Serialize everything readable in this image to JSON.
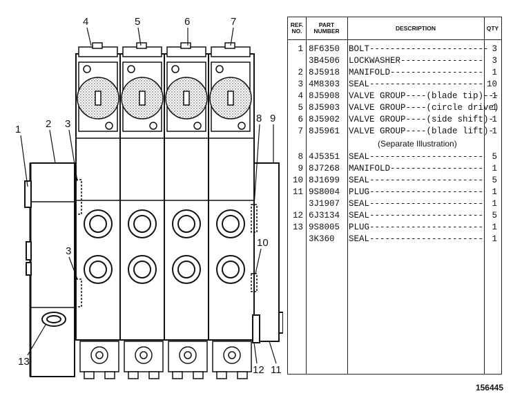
{
  "callouts": [
    "1",
    "2",
    "3",
    "4",
    "5",
    "6",
    "7",
    "8",
    "9",
    "10",
    "3",
    "13",
    "12",
    "11"
  ],
  "table": {
    "headers": {
      "ref": "REF. NO.",
      "part": "PART NUMBER",
      "desc": "DESCRIPTION",
      "qty": "QTY"
    },
    "rows": [
      {
        "ref": "1",
        "part": "8F6350",
        "desc": "BOLT-----------------------",
        "qty": "3"
      },
      {
        "ref": "",
        "part": "3B4506",
        "desc": "LOCKWASHER----------------",
        "qty": "3"
      },
      {
        "ref": "2",
        "part": "8J5918",
        "desc": "MANIFOLD------------------",
        "qty": "1"
      },
      {
        "ref": "3",
        "part": "4M8303",
        "desc": "SEAL----------------------",
        "qty": "10"
      },
      {
        "ref": "4",
        "part": "8J5908",
        "desc": "VALVE GROUP----(blade tip)---",
        "qty": "1"
      },
      {
        "ref": "5",
        "part": "8J5903",
        "desc": "VALVE GROUP----(circle drive)",
        "qty": "1"
      },
      {
        "ref": "6",
        "part": "8J5902",
        "desc": "VALVE GROUP----(side shift)-",
        "qty": "1"
      },
      {
        "ref": "7",
        "part": "8J5961",
        "desc": "VALVE GROUP----(blade lift)-",
        "qty": "1"
      },
      {
        "ref": "8",
        "part": "4J5351",
        "desc": "SEAL----------------------",
        "qty": "5"
      },
      {
        "ref": "9",
        "part": "8J7268",
        "desc": "MANIFOLD------------------",
        "qty": "1"
      },
      {
        "ref": "10",
        "part": "8J1699",
        "desc": "SEAL----------------------",
        "qty": "5"
      },
      {
        "ref": "11",
        "part": "9S8004",
        "desc": "PLUG----------------------",
        "qty": "1"
      },
      {
        "ref": "",
        "part": "3J1907",
        "desc": "SEAL----------------------",
        "qty": "1"
      },
      {
        "ref": "12",
        "part": "6J3134",
        "desc": "SEAL----------------------",
        "qty": "5"
      },
      {
        "ref": "13",
        "part": "9S8005",
        "desc": "PLUG----------------------",
        "qty": "1"
      },
      {
        "ref": "",
        "part": "3K360",
        "desc": "SEAL----------------------",
        "qty": "1"
      }
    ],
    "note": "(Separate Illustration)"
  },
  "figure_number": "156445"
}
